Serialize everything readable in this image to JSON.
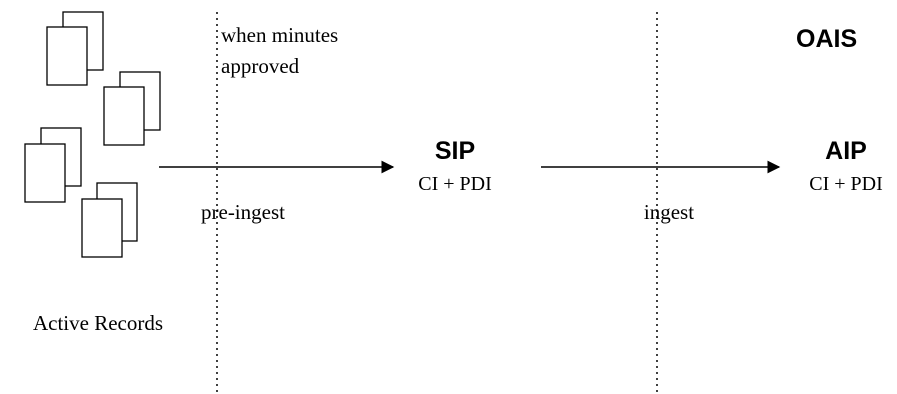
{
  "oais_label": "OAIS",
  "annotation_minutes": [
    "when minutes",
    "approved"
  ],
  "active_records_label": "Active Records",
  "sip": {
    "title": "SIP",
    "subtitle": "CI + PDI"
  },
  "aip": {
    "title": "AIP",
    "subtitle": "CI + PDI"
  },
  "arrows": {
    "pre_ingest_label": "pre-ingest",
    "ingest_label": "ingest"
  },
  "colors": {
    "stroke": "#000000",
    "background": "#ffffff"
  }
}
